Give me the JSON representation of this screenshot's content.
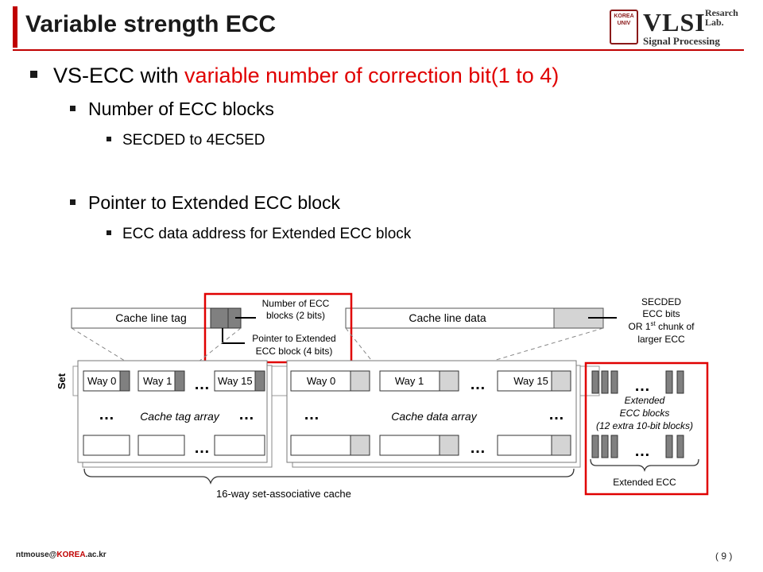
{
  "slide": {
    "title": "Variable strength ECC",
    "bullets": {
      "main_prefix": "VS-ECC with ",
      "main_highlight": "variable number of correction bit(1 to 4)",
      "sub1": "Number of ECC blocks",
      "sub1_detail": "SECDED to 4EC5ED",
      "sub2": "Pointer to Extended ECC block",
      "sub2_detail": "ECC data address for Extended ECC block"
    },
    "footer": {
      "email_user": "ntmouse@",
      "email_domain_highlight": "KOREA",
      "email_suffix": ".ac.kr",
      "page_number": "( 9 )"
    }
  },
  "logo": {
    "seal_text": "KOREA UNIV",
    "name": "VLSI",
    "research_line1": "Resarch",
    "research_line2": "Lab.",
    "subtitle": "Signal Processing"
  },
  "diagram": {
    "tag_label": "Cache line tag",
    "data_label": "Cache line data",
    "num_blocks_line1": "Number of ECC",
    "num_blocks_line2": "blocks (2 bits)",
    "pointer_line1": "Pointer to Extended",
    "pointer_line2": "ECC block (4 bits)",
    "secded_line1": "SECDED",
    "secded_line2": "ECC bits",
    "secded_line3_a": "OR 1",
    "secded_line3_sup": "st",
    "secded_line3_b": " chunk of",
    "secded_line4": "larger ECC",
    "set_label": "Set",
    "way0": "Way 0",
    "way1": "Way 1",
    "way15": "Way 15",
    "ellipsis": "…",
    "tag_array_label": "Cache tag array",
    "data_array_label": "Cache data array",
    "ext_line1": "Extended",
    "ext_line2": "ECC blocks",
    "ext_line3": "(12 extra 10-bit blocks)",
    "ext_ecc_label": "Extended ECC",
    "cache_label": "16-way set-associative cache"
  },
  "colors": {
    "accent_red": "#c00000",
    "highlight_red": "#e00000",
    "ecc_gray_dark": "#808080",
    "ecc_gray_light": "#d4d4d4"
  }
}
